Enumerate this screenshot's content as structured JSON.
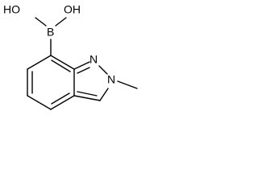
{
  "molecule": {
    "atoms": {
      "oh_left": "HO",
      "oh_right": "OH",
      "boron": "B",
      "n1": "N",
      "n2": "N"
    }
  },
  "colors": {
    "bond": "#000000",
    "background": "#ffffff"
  }
}
